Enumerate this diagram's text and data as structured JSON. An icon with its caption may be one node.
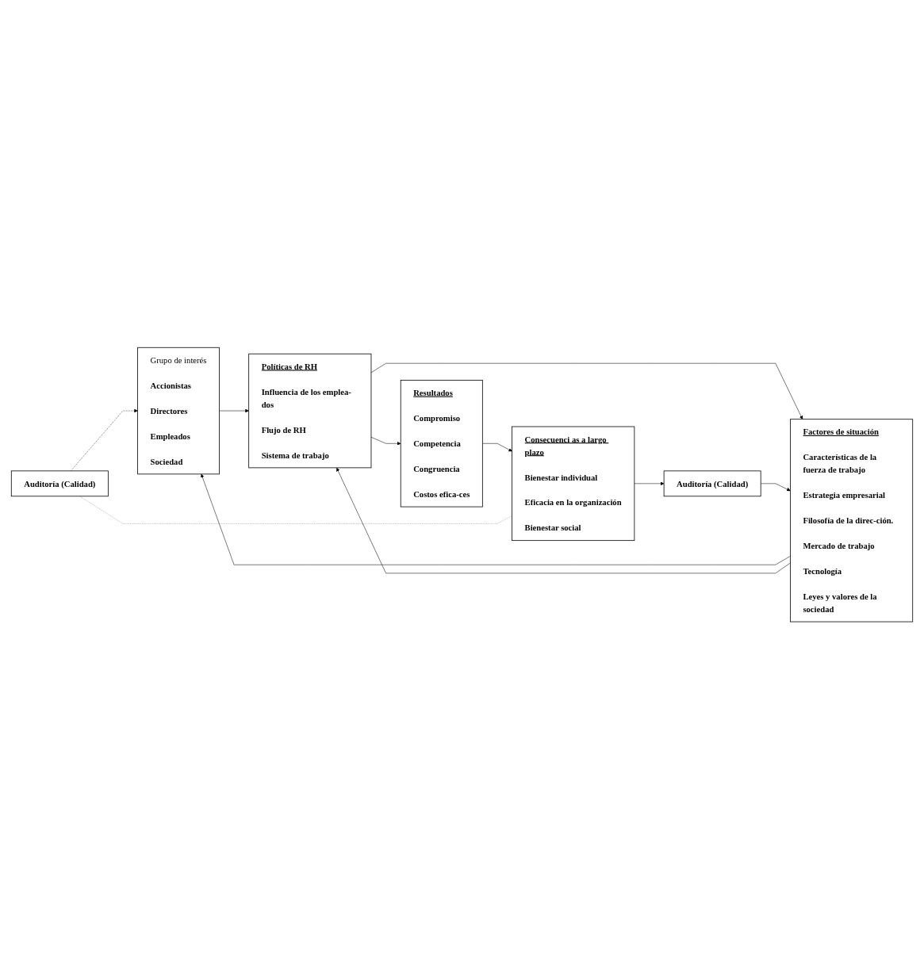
{
  "diagram": {
    "nodes": [
      {
        "text": [
          "Auditoría (Calidad)"
        ]
      },
      {
        "text": [
          "Grupo de interés",
          "Accionistas",
          "Directores",
          "Empleados",
          "Sociedad"
        ]
      },
      {
        "text": [
          "Políticas de RH",
          "Influencia de los emplea-dos",
          "Flujo de RH",
          "Sistema de trabajo"
        ]
      },
      {
        "text": [
          "Resultados",
          "Compromiso",
          "Competencia",
          "Congruencia",
          "Costos efica-ces"
        ]
      },
      {
        "text": [
          "Consecuenci as a largo plazo",
          "Bienestar individual",
          "Eficacia en la organización",
          "Bienestar social"
        ]
      },
      {
        "text": [
          "Factores de situación",
          "Características de la fuerza de trabajo",
          "Estrategia empresarial",
          "Filosofía de la direc-ción.",
          "Mercado de trabajo",
          "Tecnología",
          "Leyes y valores de la sociedad"
        ]
      },
      {
        "text": [
          "Auditoría (Calidad)"
        ]
      }
    ],
    "edges": [
      {
        "from": 4,
        "to": 0,
        "arrow": "none",
        "style": "dashed",
        "color": "#808080"
      },
      {
        "from": 0,
        "to": 1,
        "arrow": "to",
        "style": "dashed"
      },
      {
        "from": 1,
        "to": 2,
        "arrow": "to"
      },
      {
        "from": 2,
        "to": 3,
        "arrow": "to"
      },
      {
        "from": 3,
        "to": 4,
        "arrow": "to"
      },
      {
        "from": 5,
        "to": 1,
        "arrow": "to"
      },
      {
        "from": 5,
        "to": 2,
        "arrow": "to"
      },
      {
        "from": 2,
        "to": 5,
        "arrow": "to"
      },
      {
        "from": 6,
        "to": 5,
        "arrow": "to"
      },
      {
        "from": 4,
        "to": 6,
        "arrow": "to"
      }
    ]
  }
}
